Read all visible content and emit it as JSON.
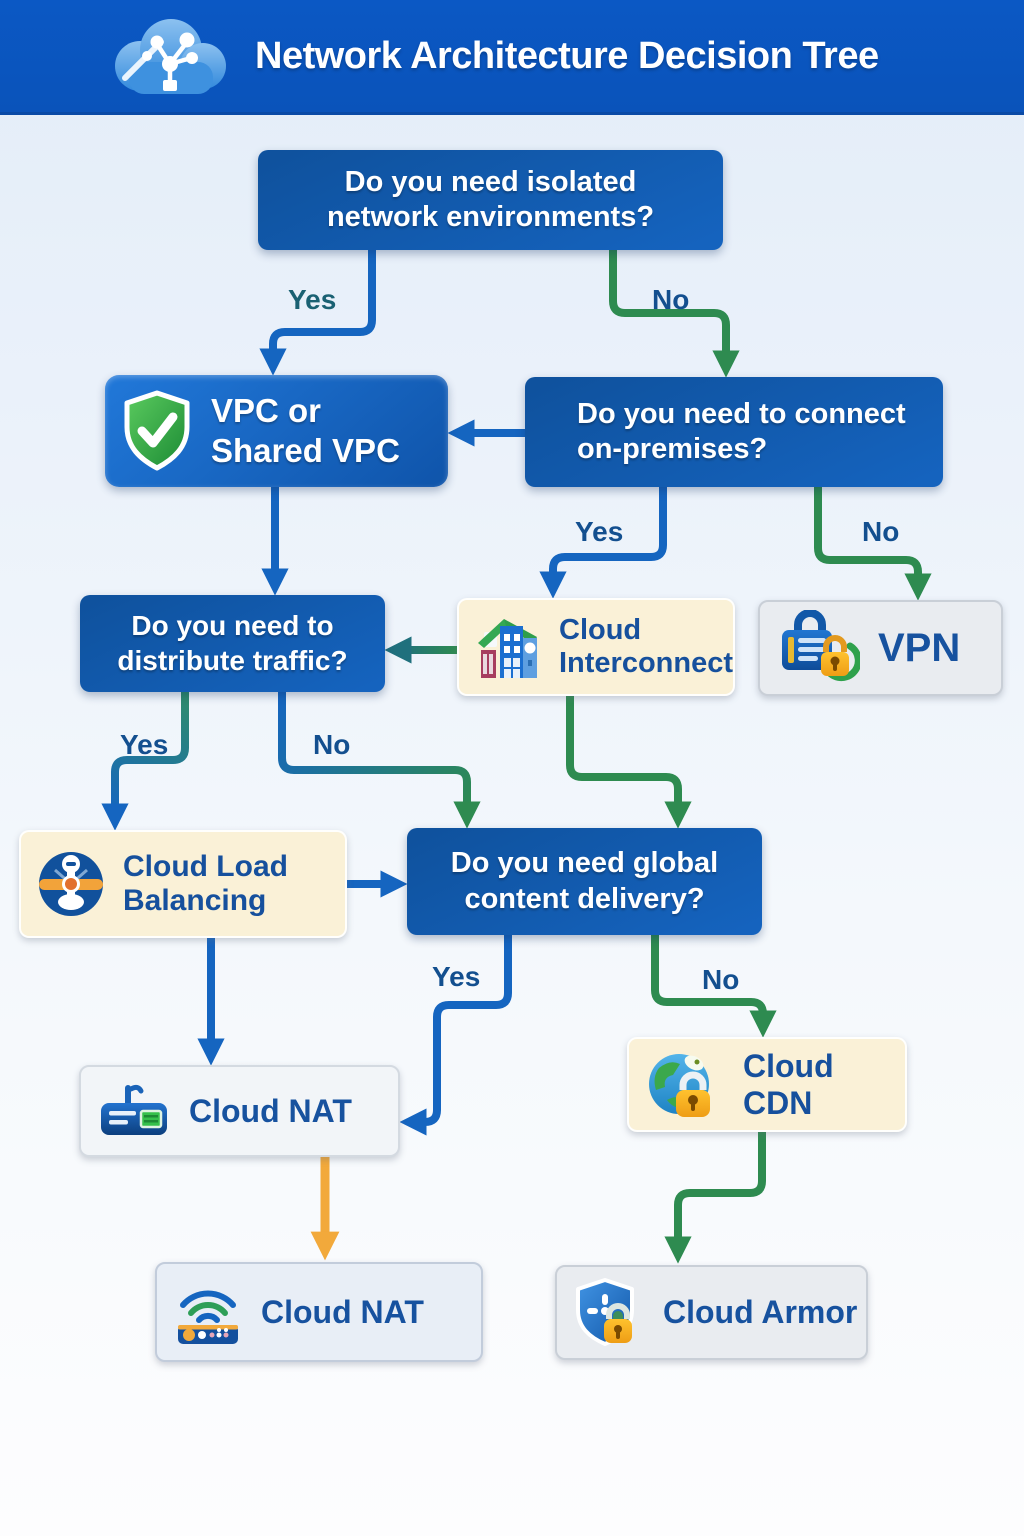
{
  "header": {
    "title": "Network Architecture Decision Tree",
    "logo_icon": "cloud-network-icon"
  },
  "colors": {
    "header_bg": "#0A54BD",
    "decision_blue": "#1158A8",
    "result_blue": "#1463C0",
    "edge_blue": "#1565C0",
    "edge_green": "#2E8B50",
    "edge_teal": "#20707D",
    "edge_orange": "#F2A93B",
    "cream_box": "#FAF1D7",
    "gray_box": "#E9ECF0",
    "label_text": "#134F8F"
  },
  "nodes": {
    "q_isolated": {
      "text": "Do you need isolated network environments?"
    },
    "vpc": {
      "text": "VPC or Shared VPC",
      "icon": "shield-check-icon"
    },
    "q_onprem": {
      "text": "Do you need to connect on-premises?"
    },
    "interconnect": {
      "text": "Cloud Interconnect",
      "icon": "buildings-icon"
    },
    "vpn": {
      "text": "VPN",
      "icon": "vpn-lock-icon"
    },
    "q_traffic": {
      "text": "Do you need to distribute traffic?"
    },
    "clb": {
      "text": "Cloud Load Balancing",
      "icon": "load-balancer-icon"
    },
    "q_global": {
      "text": "Do you need global content delivery?"
    },
    "nat1": {
      "text": "Cloud NAT",
      "icon": "nat-router-icon"
    },
    "cdn": {
      "text": "Cloud CDN",
      "icon": "globe-lock-icon"
    },
    "nat2": {
      "text": "Cloud NAT",
      "icon": "wifi-router-icon"
    },
    "armor": {
      "text": "Cloud Armor",
      "icon": "shield-lock-icon"
    }
  },
  "edges": {
    "q_isolated_yes": "Yes",
    "q_isolated_no": "No",
    "q_onprem_yes": "Yes",
    "q_onprem_no": "No",
    "q_traffic_yes": "Yes",
    "q_traffic_no": "No",
    "q_global_yes": "Yes",
    "q_global_no": "No"
  }
}
